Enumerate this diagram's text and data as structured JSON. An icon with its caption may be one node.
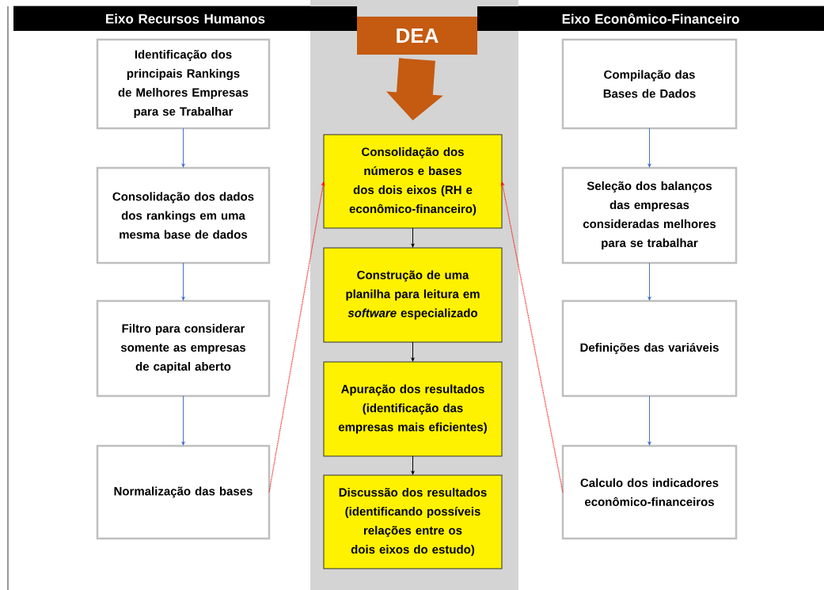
{
  "diagram": {
    "nodes": [
      {
        "text": [
          "Eixo Recursos Humanos"
        ]
      },
      {
        "text": [
          "Eixo Econômico-Financeiro"
        ]
      },
      {
        "text": [],
        "shape": "band"
      },
      {
        "text": [
          "DEA"
        ],
        "in": 2
      },
      {
        "text": [
          "Identificação dos principais Rankings de Melhores Empresas para se Trabalhar"
        ]
      },
      {
        "text": [
          "Consolidação dos dados dos rankings em uma mesma base de dados"
        ]
      },
      {
        "text": [
          "Filtro para considerar somente  as empresas de capital aberto"
        ]
      },
      {
        "text": [
          "Normalização das bases"
        ]
      },
      {
        "text": [
          "Consolidação dos números e bases dos dois eixos (RH e econômico-financeiro)"
        ],
        "in": 2
      },
      {
        "text": [
          "Construção de uma planilha para leitura em *software* especializado"
        ],
        "in": 2
      },
      {
        "text": [
          "Apuração dos resultados (identificação das empresas mais eficientes)"
        ],
        "in": 2
      },
      {
        "text": [
          "Discussão dos resultados (identificando possíveis relações entre os dois eixos do estudo)"
        ],
        "in": 2
      },
      {
        "text": [
          "Compilação das Bases de Dados"
        ]
      },
      {
        "text": [
          "Seleção dos balanços das empresas consideradas melhores para se trabalhar"
        ]
      },
      {
        "text": [
          "Definições das variáveis"
        ]
      },
      {
        "text": [
          "Calculo dos indicadores econômico-financeiros"
        ]
      }
    ],
    "edges": [
      {
        "from": 3,
        "to": 8,
        "arrow": "to",
        "style": "thick",
        "color": "#c55a11"
      },
      {
        "from": 4,
        "to": 5,
        "arrow": "to"
      },
      {
        "from": 5,
        "to": 6,
        "arrow": "to"
      },
      {
        "from": 6,
        "to": 7,
        "arrow": "to"
      },
      {
        "from": 8,
        "to": 9,
        "arrow": "to",
        "color": "#000000"
      },
      {
        "from": 9,
        "to": 10,
        "arrow": "to",
        "color": "#000000"
      },
      {
        "from": 10,
        "to": 11,
        "arrow": "to",
        "color": "#000000"
      },
      {
        "from": 12,
        "to": 13,
        "arrow": "to"
      },
      {
        "from": 13,
        "to": 14,
        "arrow": "to"
      },
      {
        "from": 14,
        "to": 15,
        "arrow": "to"
      },
      {
        "from": 7,
        "to": 8,
        "arrow": "to",
        "style": "dashed",
        "color": "#ff0000"
      },
      {
        "from": 15,
        "to": 8,
        "arrow": "to",
        "style": "dashed",
        "color": "#ff0000"
      }
    ]
  }
}
